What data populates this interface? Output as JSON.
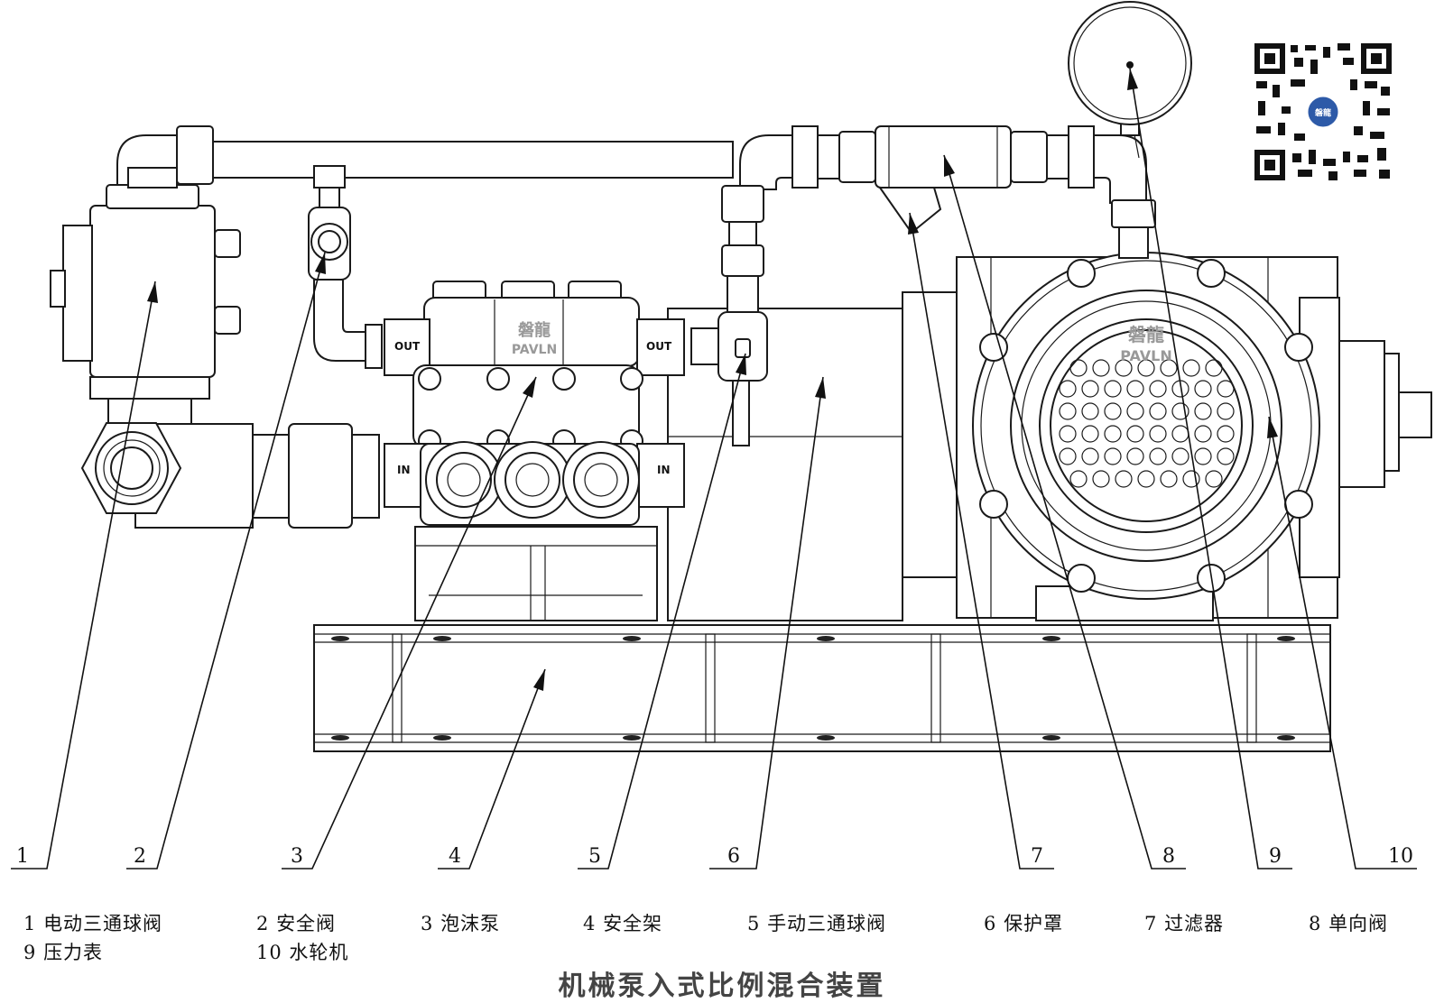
{
  "title": "机械泵入式比例混合装置",
  "brand": {
    "cn": "磐龍",
    "en": "PAVLN"
  },
  "port_labels": {
    "out": "OUT",
    "in": "IN"
  },
  "callouts": [
    "1",
    "2",
    "3",
    "4",
    "5",
    "6",
    "7",
    "8",
    "9",
    "10"
  ],
  "legend": [
    {
      "num": "1",
      "name": "电动三通球阀"
    },
    {
      "num": "2",
      "name": "安全阀"
    },
    {
      "num": "3",
      "name": "泡沫泵"
    },
    {
      "num": "4",
      "name": "安全架"
    },
    {
      "num": "5",
      "name": "手动三通球阀"
    },
    {
      "num": "6",
      "name": "保护罩"
    },
    {
      "num": "7",
      "name": "过滤器"
    },
    {
      "num": "8",
      "name": "单向阀"
    },
    {
      "num": "9",
      "name": "压力表"
    },
    {
      "num": "10",
      "name": "水轮机"
    }
  ]
}
